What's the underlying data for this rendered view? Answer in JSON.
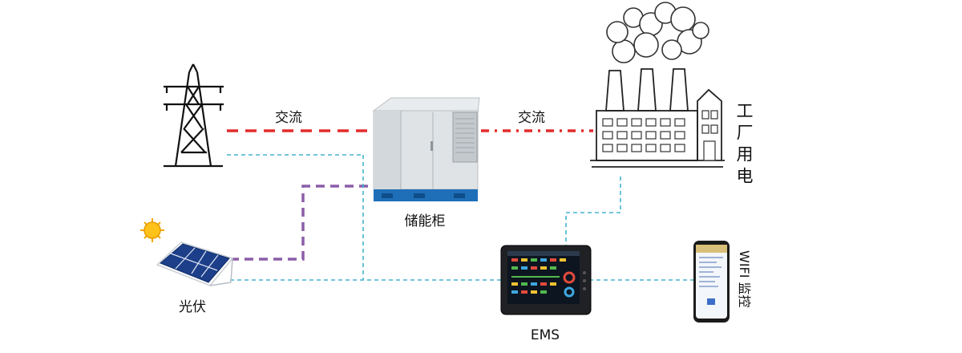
{
  "labels": {
    "ac_left": "交流",
    "ac_right": "交流",
    "storage": "储能柜",
    "solar": "光伏",
    "ems": "EMS",
    "factory": "工厂用电",
    "wifi": "WIFI 监控"
  },
  "colors": {
    "ac_line": "#e32b2b",
    "dc_line": "#8b5ea8",
    "comm_line": "#45b3cf",
    "cabinet_base": "#1f6fb8",
    "sun": "#f2a900",
    "panel": "#1d3f8a"
  },
  "icons": {
    "tower": "power-tower-icon",
    "cabinet": "storage-cabinet-icon",
    "factory": "factory-icon",
    "solar": "solar-panel-icon",
    "ems": "ems-screen-icon",
    "phone": "smartphone-icon"
  }
}
